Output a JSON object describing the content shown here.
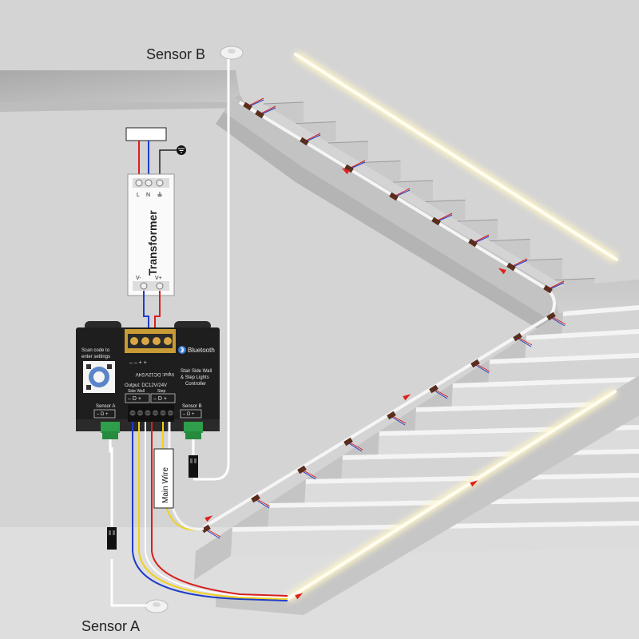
{
  "labels": {
    "sensor_a": "Sensor A",
    "sensor_b": "Sensor B",
    "transformer": "Transformer",
    "main_wire": "Main Wire",
    "transformer_terminal_l": "L",
    "transformer_terminal_n": "N",
    "transformer_v_minus": "V-",
    "transformer_v_plus": "V+"
  },
  "controller": {
    "scan_text_line1": "Scan code to",
    "scan_text_line2": "enter settings",
    "bluetooth": "Bluetooth",
    "input_label": "Input: DC12V/24V",
    "output_label": "Output: DC12V/24V",
    "title_line1": "Stair Side Wall",
    "title_line2": "& Step Lights",
    "title_line3": "Controller",
    "side_wall": "Side Wall",
    "step": "Step",
    "sensor_a": "Sensor A",
    "sensor_b": "Sensor B",
    "terminal_d": "– D +",
    "input_terminal": "–  –   +  +"
  },
  "colors": {
    "wall": "#d4d4d4",
    "stair_step": "#efefef",
    "stair_riser": "#b9b9b9",
    "controller_body": "#1e1e1e",
    "led_glow": "#fffbe6",
    "wire_red": "#d81e1e",
    "wire_blue": "#1e3cc8",
    "wire_yellow": "#f0d020",
    "wire_white": "#ffffff",
    "connector_brown": "#5a2e1e",
    "arrow_red": "#e0201c",
    "terminal_green": "#2e9e4a"
  }
}
